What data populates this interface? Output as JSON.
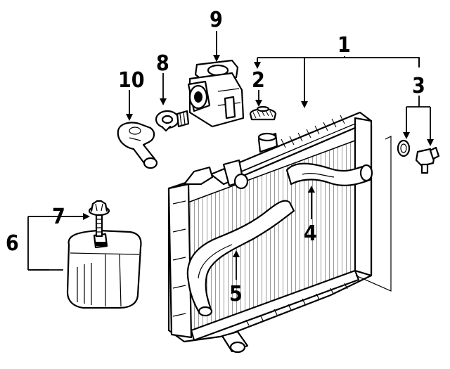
{
  "labels": {
    "l1": "1",
    "l2": "2",
    "l3": "3",
    "l4": "4",
    "l5": "5",
    "l6": "6",
    "l7": "7",
    "l8": "8",
    "l9": "9",
    "l10": "10"
  }
}
